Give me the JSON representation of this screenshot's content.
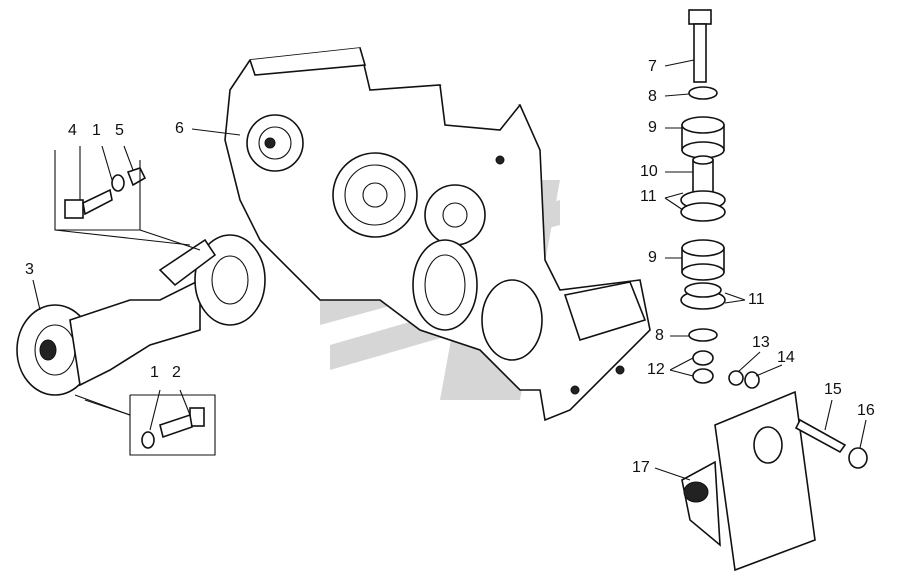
{
  "diagram": {
    "labels": {
      "l4": "4",
      "l1a": "1",
      "l5": "5",
      "l6": "6",
      "l3": "3",
      "l1b": "1",
      "l2": "2",
      "l7": "7",
      "l8a": "8",
      "l9a": "9",
      "l10": "10",
      "l11a": "11",
      "l9b": "9",
      "l11b": "11",
      "l8b": "8",
      "l13": "13",
      "l14": "14",
      "l12": "12",
      "l15": "15",
      "l16": "16",
      "l17": "17"
    }
  }
}
